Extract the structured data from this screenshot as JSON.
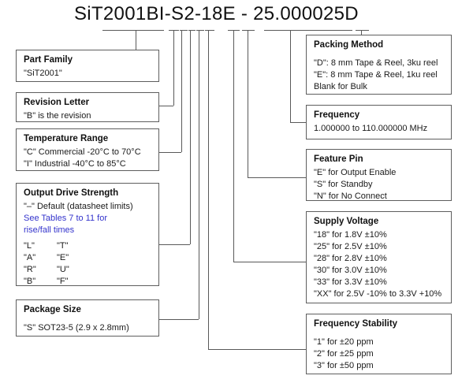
{
  "title": "SiT2001BI-S2-18E - 25.000025D",
  "boxes": {
    "part_family": {
      "heading": "Part Family",
      "lines": [
        "\"SiT2001\""
      ]
    },
    "revision": {
      "heading": "Revision Letter",
      "lines": [
        "\"B\" is the revision"
      ]
    },
    "temperature": {
      "heading": "Temperature Range",
      "lines": [
        "\"C\" Commercial -20°C to 70°C",
        "\"I\" Industrial -40°C to 85°C"
      ]
    },
    "output_drive": {
      "heading": "Output Drive Strength",
      "default_line": "\"–\" Default (datasheet limits)",
      "link_line1": "See Tables 7 to 11 for",
      "link_line2": "rise/fall times",
      "letter_rows": [
        {
          "left": "\"L\"",
          "right": "\"T\""
        },
        {
          "left": "\"A\"",
          "right": "\"E\""
        },
        {
          "left": "\"R\"",
          "right": "\"U\""
        },
        {
          "left": "\"B\"",
          "right": "\"F\""
        }
      ]
    },
    "package": {
      "heading": "Package Size",
      "lines": [
        "\"S\"  SOT23-5 (2.9 x 2.8mm)"
      ]
    },
    "packing": {
      "heading": "Packing Method",
      "lines": [
        "\"D\": 8 mm Tape & Reel, 3ku reel",
        "\"E\": 8 mm Tape & Reel, 1ku reel",
        "Blank for Bulk"
      ]
    },
    "frequency": {
      "heading": "Frequency",
      "lines": [
        "1.000000 to 110.000000 MHz"
      ]
    },
    "feature_pin": {
      "heading": "Feature Pin",
      "lines": [
        "\"E\" for Output Enable",
        "\"S\" for Standby",
        "\"N\" for No Connect"
      ]
    },
    "supply": {
      "heading": "Supply Voltage",
      "lines": [
        "\"18\" for 1.8V ±10%",
        "\"25\" for 2.5V ±10%",
        "\"28\" for 2.8V ±10%",
        "\"30\" for 3.0V ±10%",
        "\"33\" for 3.3V ±10%",
        "\"XX\" for 2.5V -10% to 3.3V +10%"
      ]
    },
    "stability": {
      "heading": "Frequency Stability",
      "lines": [
        "\"1\" for ±20 ppm",
        "\"2\" for ±25 ppm",
        "\"3\" for ±50 ppm"
      ]
    }
  },
  "colors": {
    "link_blue": "#3333cc",
    "line_gray": "#595959",
    "text": "#1a1a1a",
    "background": "#ffffff"
  }
}
